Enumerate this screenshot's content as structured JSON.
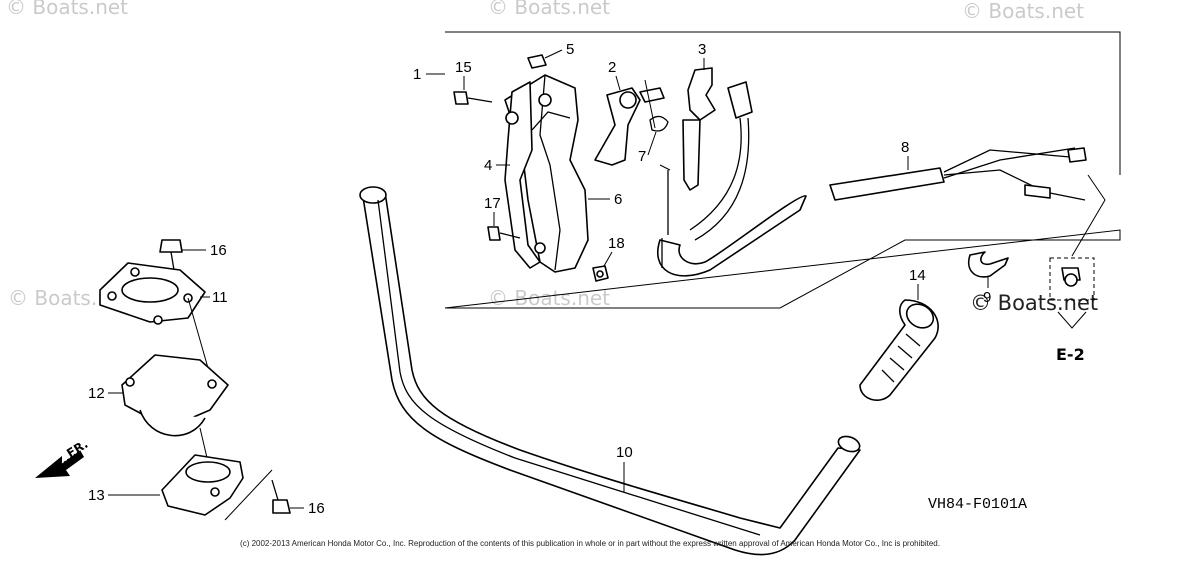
{
  "watermark": "© Boats.net",
  "callouts": {
    "c1": "1",
    "c2": "2",
    "c3": "3",
    "c4": "4",
    "c5": "5",
    "c6": "6",
    "c7": "7",
    "c8": "8",
    "c9": "9",
    "c10": "10",
    "c11": "11",
    "c12": "12",
    "c13": "13",
    "c14": "14",
    "c15": "15",
    "c16a": "16",
    "c16b": "16",
    "c17": "17",
    "c18": "18"
  },
  "reference": "E-2",
  "direction_label": "FR.",
  "diagram_code": "VH84-F0101A",
  "copyright": "(c) 2002-2013 American Honda Motor Co., Inc. Reproduction of the contents of this publication in whole or in part without the express written approval of American Honda Motor Co., Inc is prohibited."
}
